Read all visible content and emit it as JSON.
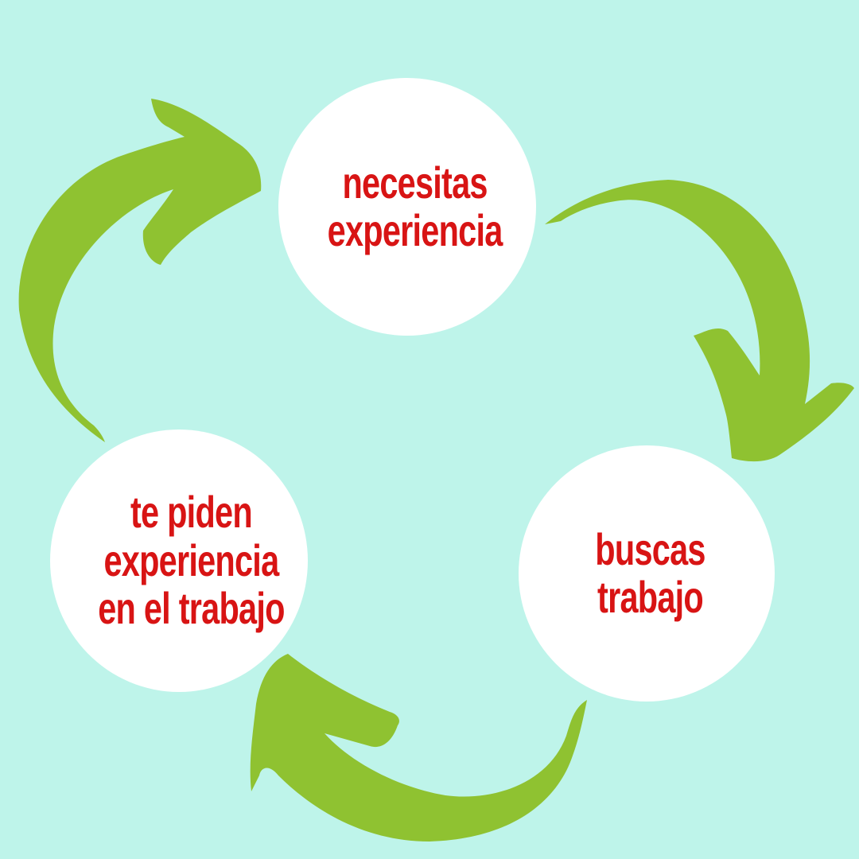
{
  "colors": {
    "background": "#bef4ea",
    "node_fill": "#ffffff",
    "arrow": "#8fc231",
    "label": "#d81414"
  },
  "nodes": [
    {
      "lines": [
        "necesitas",
        "experiencia"
      ]
    },
    {
      "lines": [
        "buscas",
        "trabajo"
      ]
    },
    {
      "lines": [
        "te piden",
        "experiencia",
        "en el trabajo"
      ]
    }
  ],
  "arrows": [
    {
      "icon": "curved-arrow-icon",
      "from": "necesitas experiencia",
      "to": "buscas trabajo"
    },
    {
      "icon": "curved-arrow-icon",
      "from": "buscas trabajo",
      "to": "te piden experiencia en el trabajo"
    },
    {
      "icon": "curved-arrow-icon",
      "from": "te piden experiencia en el trabajo",
      "to": "necesitas experiencia"
    }
  ]
}
